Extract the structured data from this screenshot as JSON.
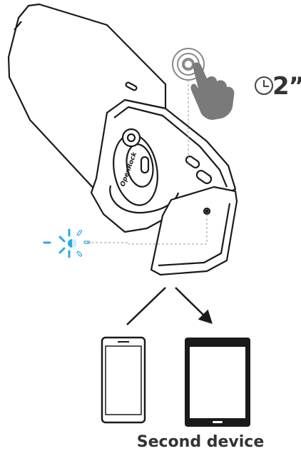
{
  "hold_duration": "2”",
  "caption": "Second device",
  "brand_mark": "OpenRock",
  "icons": [
    "clock-icon",
    "press-hand-icon",
    "flashing-led-icon",
    "phone-icon",
    "tablet-icon"
  ],
  "colors": {
    "line": "#1a1a1a",
    "hand": "#7a7a7a",
    "ring": "#8a8a8a",
    "led": "#29abe2"
  }
}
